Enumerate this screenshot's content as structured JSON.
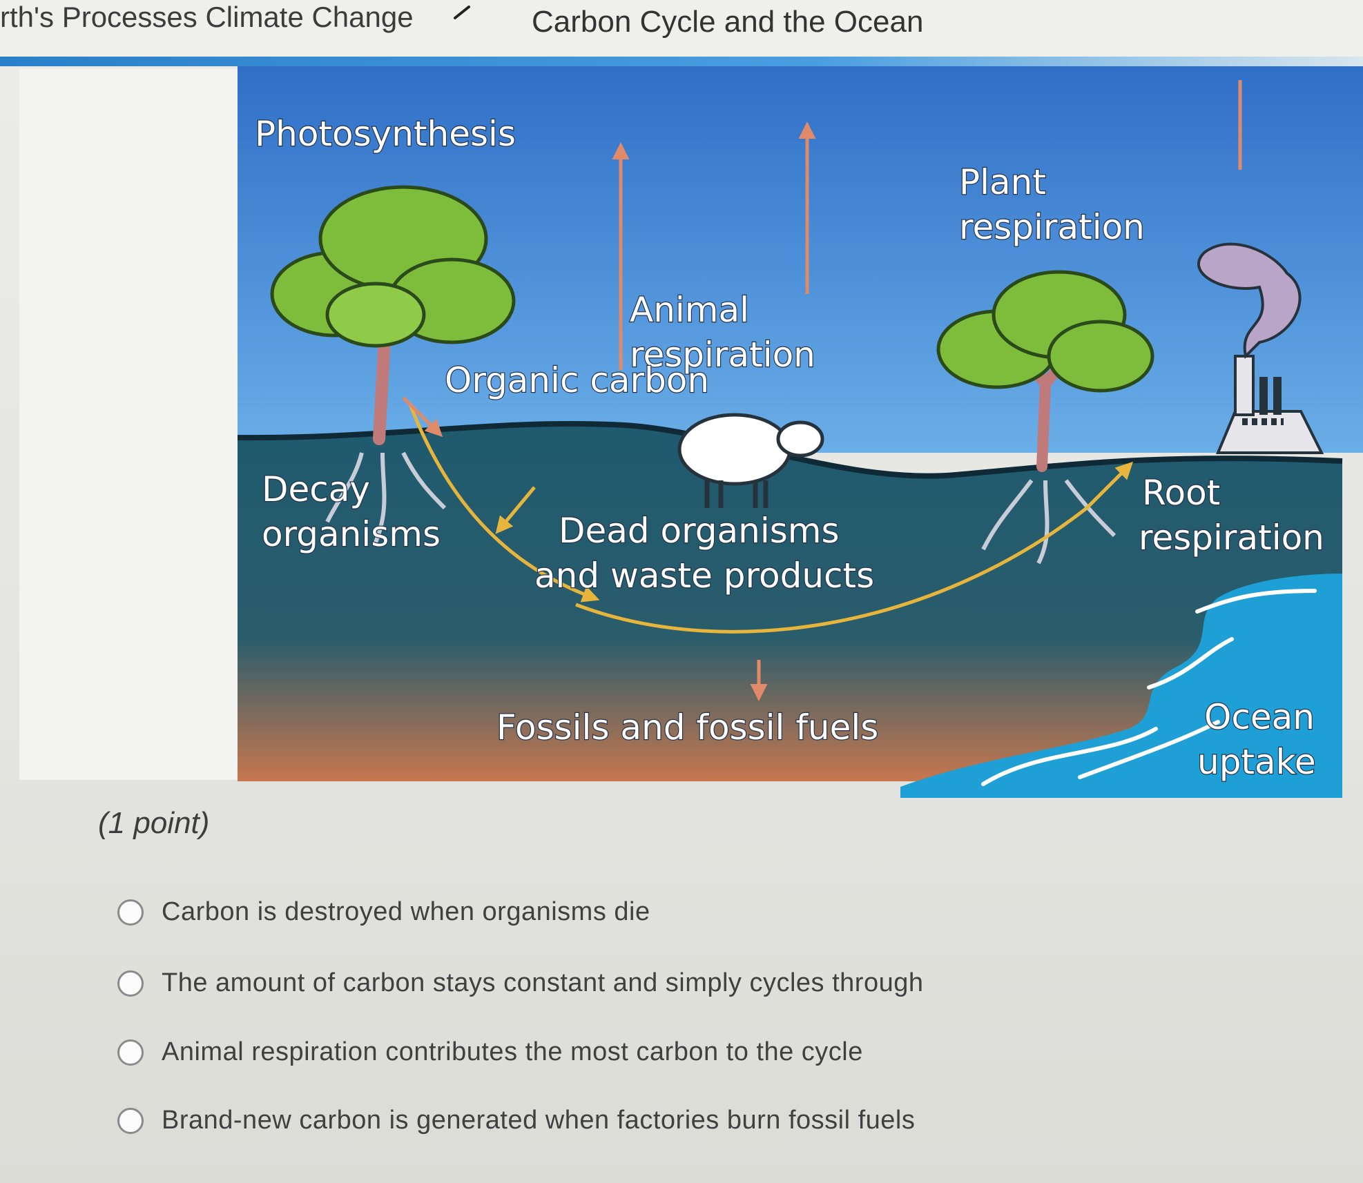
{
  "header": {
    "breadcrumb": "rth's Processes Climate Change",
    "title": "Carbon Cycle and the Ocean"
  },
  "diagram": {
    "labels": {
      "photosynthesis": "Photosynthesis",
      "plant_respiration_1": "Plant",
      "plant_respiration_2": "respiration",
      "animal_respiration_1": "Animal",
      "animal_respiration_2": "respiration",
      "organic_carbon": "Organic  carbon",
      "decay_1": "Decay",
      "decay_2": "organisms",
      "dead_1": "Dead  organisms",
      "dead_2": "and  waste  products",
      "root_1": "Root",
      "root_2": "respiration",
      "fossils": "Fossils  and  fossil  fuels",
      "ocean_1": "Ocean",
      "ocean_2": "uptake"
    },
    "colors": {
      "sky_top": "#2f6fc7",
      "sky_bottom": "#6aaee8",
      "ground": "#1f5a6e",
      "ground_bottom": "#c7774e",
      "arrow": "#e08a6a",
      "cycle_arrow": "#e7b53c",
      "leaf": "#7ebd3c",
      "water": "#1e9fd6"
    }
  },
  "question": {
    "points": "(1 point)",
    "choices": [
      {
        "label": "Carbon is destroyed when organisms die"
      },
      {
        "label": "The amount of carbon stays constant and simply cycles through"
      },
      {
        "label": "Animal respiration contributes the most carbon to the cycle"
      },
      {
        "label": "Brand-new carbon is generated when factories burn fossil fuels"
      }
    ]
  }
}
